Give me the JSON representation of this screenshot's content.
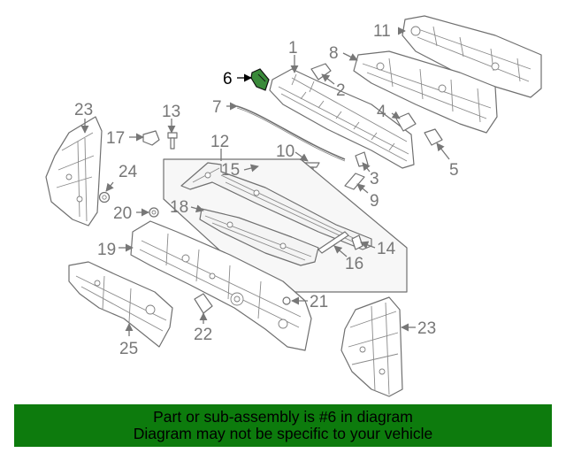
{
  "diagram": {
    "callouts": [
      "1",
      "2",
      "3",
      "4",
      "5",
      "6",
      "7",
      "8",
      "9",
      "10",
      "11",
      "12",
      "13",
      "14",
      "15",
      "16",
      "17",
      "18",
      "19",
      "20",
      "21",
      "22",
      "23",
      "23",
      "24",
      "25"
    ],
    "highlight_part": "6",
    "colors": {
      "highlight_part": "#3a8a3a",
      "line": "#777777",
      "banner": "#0d7b0d"
    }
  },
  "banner": {
    "line1": "Part or sub-assembly is #6 in diagram",
    "line2": "Diagram may not be specific to your vehicle"
  }
}
